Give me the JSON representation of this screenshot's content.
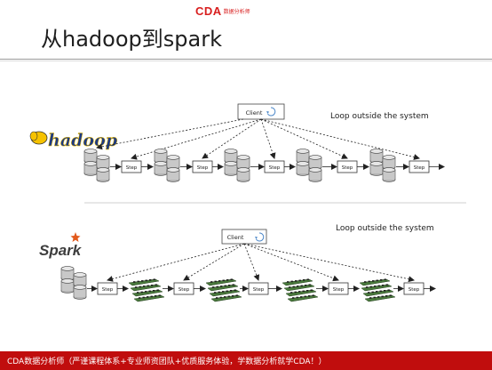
{
  "header": {
    "brand_logo": "CDA",
    "brand_sub": "数据分析师"
  },
  "slide": {
    "title": "从hadoop到spark"
  },
  "hadoop": {
    "logo_text": "hadoop",
    "client_label": "Client",
    "loop_label": "Loop outside the system",
    "step_label": "Step"
  },
  "spark": {
    "logo_text": "Spark",
    "client_label": "Client",
    "loop_label": "Loop outside the system",
    "step_label": "Step"
  },
  "colors": {
    "accent_red": "#c00d0d",
    "hadoop_yellow": "#f6c200",
    "spark_orange": "#e25a1c",
    "memory_green": "#4a7a3d"
  },
  "footer": {
    "text": "CDA数据分析师（严谨课程体系+专业师资团队+优质服务体验，学数据分析就学CDA！）"
  }
}
